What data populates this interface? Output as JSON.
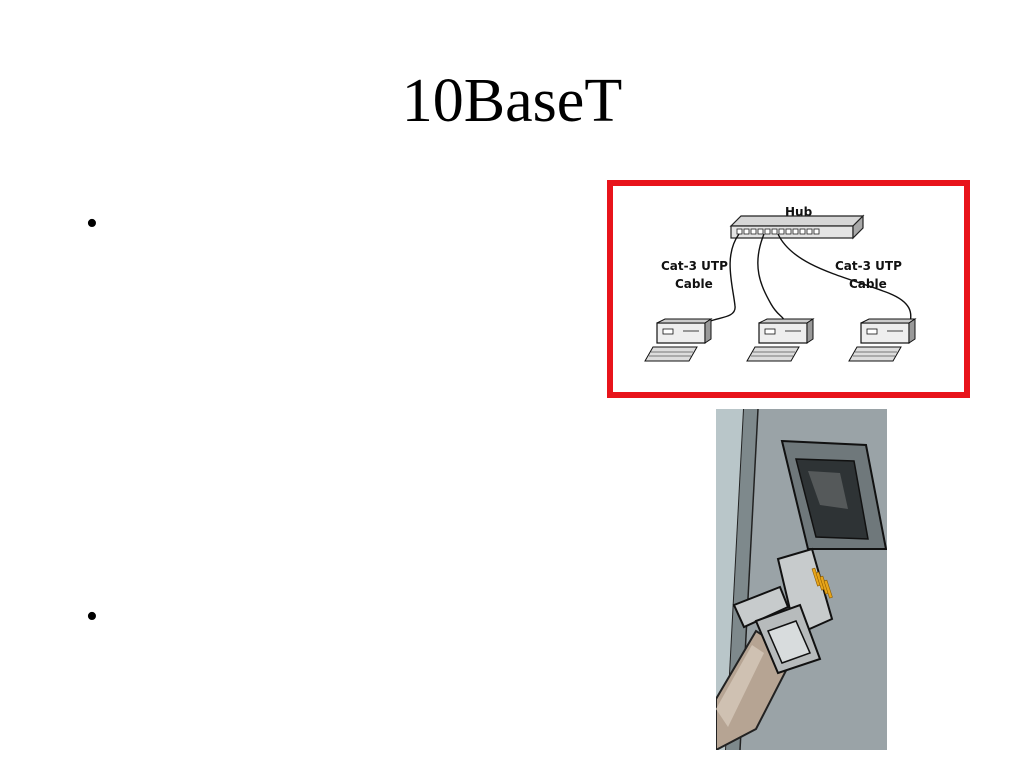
{
  "slide": {
    "title": "10BaseT",
    "bullets": [
      "•",
      "•"
    ]
  },
  "hub_diagram": {
    "hub_label": "Hub",
    "cable_label_left_line1": "Cat-3 UTP",
    "cable_label_left_line2": "Cable",
    "cable_label_right_line1": "Cat-3 UTP",
    "cable_label_right_line2": "Cable",
    "border_color": "#e8141b"
  },
  "jack_illustration": {
    "icon": "rj45-plug-and-jack-icon",
    "wall_color": "#9aa3a7",
    "cable_color": "#b6a493"
  }
}
